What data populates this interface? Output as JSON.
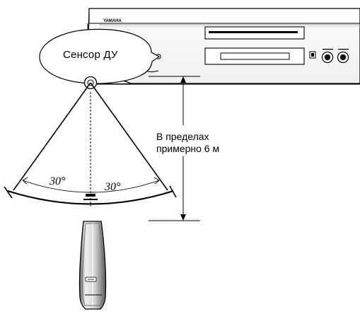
{
  "sensor": {
    "label": "Сенсор ДУ"
  },
  "range": {
    "line1": "В пределах",
    "line2": "примерно 6 м"
  },
  "angles": {
    "left": "30°",
    "right": "30°"
  },
  "device": {
    "brand": "YAMAHA"
  },
  "icons": {
    "player": "dvd-player-icon",
    "remote": "remote-control-icon",
    "sensor": "ir-sensor-icon"
  }
}
